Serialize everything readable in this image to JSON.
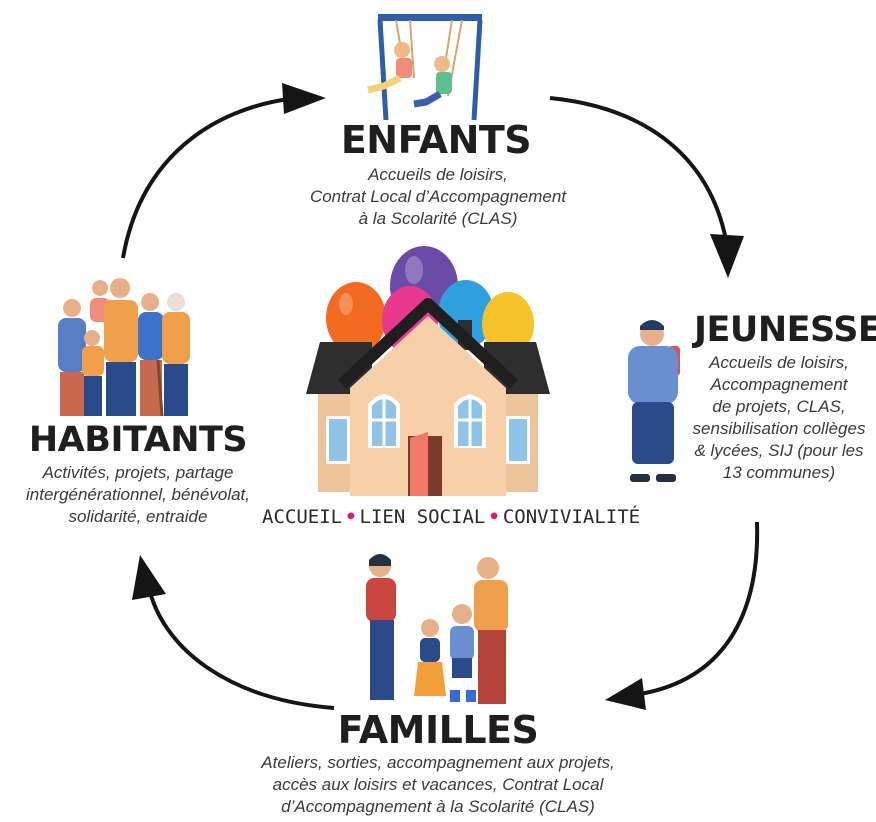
{
  "sections": {
    "enfants": {
      "title": "ENFANTS",
      "description": "Accueils de loisirs,\nContrat Local d’Accompagnement\nà la Scolarité (CLAS)"
    },
    "jeunesse": {
      "title": "JEUNESSE",
      "description": "Accueils de loisirs,\nAccompagnement\nde projets, CLAS,\nsensibilisation collèges\n& lycées, SIJ (pour les\n13 communes)"
    },
    "familles": {
      "title": "FAMILLES",
      "description": "Ateliers, sorties, accompagnement aux projets,\naccès aux loisirs et vacances, Contrat Local\nd’Accompagnement à la Scolarité (CLAS)"
    },
    "habitants": {
      "title": "HABITANTS",
      "description": "Activités, projets, partage\nintergénérationnel, bénévolat,\nsolidarité, entraide"
    }
  },
  "center": {
    "tagline": {
      "word1": "ACCUEIL",
      "word2": "LIEN SOCIAL",
      "word3": "CONVIVIALITÉ",
      "separator": "•"
    }
  },
  "colors": {
    "text_dark": "#1f1f1f",
    "separator_pink": "#e6166f",
    "balloon_orange": "#f26b21",
    "balloon_pink": "#e8398f",
    "balloon_purple": "#6a4ba8",
    "balloon_blue": "#2f9fe0",
    "balloon_yellow": "#f6c22b",
    "house_wall": "#f7cfa9",
    "roof": "#2e2e2e",
    "door": "#f07a6a"
  }
}
